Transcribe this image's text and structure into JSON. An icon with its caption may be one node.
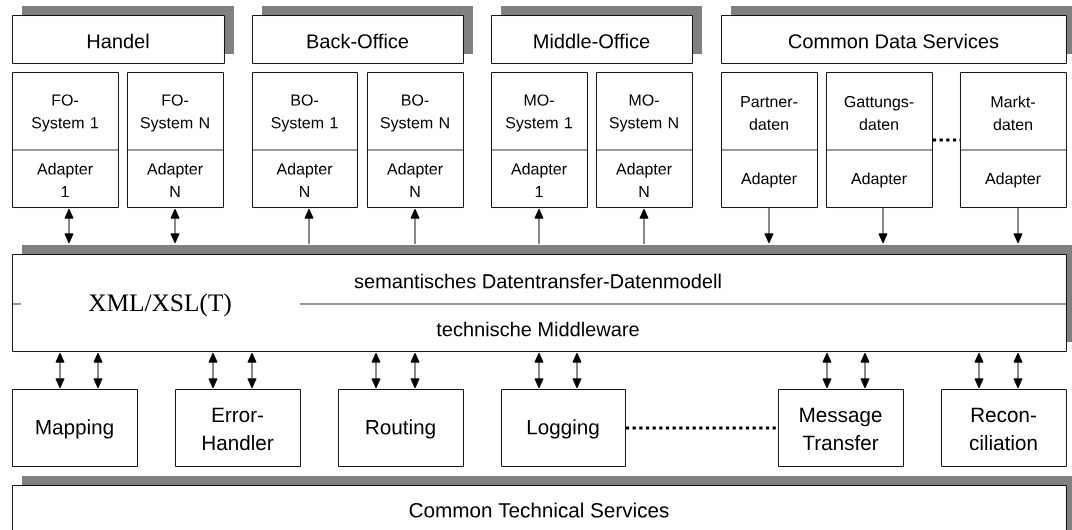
{
  "diagram": {
    "nodes": [
      {
        "text": [
          "Handel"
        ]
      },
      {
        "text": [
          "Back-Office"
        ]
      },
      {
        "text": [
          "Middle-Office"
        ]
      },
      {
        "text": [
          "Common Data Services"
        ]
      },
      {
        "text": [
          "FO-System 1",
          "Adapter 1"
        ]
      },
      {
        "text": [
          "FO-System N",
          "Adapter N"
        ]
      },
      {
        "text": [
          "BO-System 1",
          "Adapter N"
        ]
      },
      {
        "text": [
          "BO-System N",
          "Adapter N"
        ]
      },
      {
        "text": [
          "MO-System 1",
          "Adapter 1"
        ]
      },
      {
        "text": [
          "MO-System N",
          "Adapter N"
        ]
      },
      {
        "text": [
          "Partner- daten",
          "Adapter"
        ]
      },
      {
        "text": [
          "Gattungs- daten",
          "Adapter"
        ]
      },
      {
        "text": [
          "Markt- daten",
          "Adapter"
        ]
      },
      {
        "text": [
          "semantisches Datentransfer-Datenmodell",
          "XML/XSL(T)",
          "technische Middleware"
        ]
      },
      {
        "text": [
          "Mapping"
        ]
      },
      {
        "text": [
          "Error- Handler"
        ]
      },
      {
        "text": [
          "Routing"
        ]
      },
      {
        "text": [
          "Logging"
        ]
      },
      {
        "text": [
          "Message Transfer"
        ]
      },
      {
        "text": [
          "Recon- ciliation"
        ]
      },
      {
        "text": [
          "Common Technical Services"
        ]
      }
    ],
    "edges": [
      {
        "from": 4,
        "to": 13,
        "arrow": "both"
      },
      {
        "from": 5,
        "to": 13,
        "arrow": "both"
      },
      {
        "from": 13,
        "to": 6,
        "arrow": "to"
      },
      {
        "from": 13,
        "to": 7,
        "arrow": "to"
      },
      {
        "from": 13,
        "to": 8,
        "arrow": "to"
      },
      {
        "from": 13,
        "to": 9,
        "arrow": "to"
      },
      {
        "from": 10,
        "to": 13,
        "arrow": "to"
      },
      {
        "from": 11,
        "to": 13,
        "arrow": "to"
      },
      {
        "from": 12,
        "to": 13,
        "arrow": "to"
      },
      {
        "from": 13,
        "to": 14,
        "arrow": "both"
      },
      {
        "from": 13,
        "to": 14,
        "arrow": "both"
      },
      {
        "from": 13,
        "to": 15,
        "arrow": "both"
      },
      {
        "from": 13,
        "to": 15,
        "arrow": "both"
      },
      {
        "from": 13,
        "to": 16,
        "arrow": "both"
      },
      {
        "from": 13,
        "to": 16,
        "arrow": "both"
      },
      {
        "from": 13,
        "to": 17,
        "arrow": "both"
      },
      {
        "from": 13,
        "to": 17,
        "arrow": "both"
      },
      {
        "from": 13,
        "to": 18,
        "arrow": "both"
      },
      {
        "from": 13,
        "to": 18,
        "arrow": "both"
      },
      {
        "from": 13,
        "to": 19,
        "arrow": "both"
      },
      {
        "from": 13,
        "to": 19,
        "arrow": "both"
      },
      {
        "from": 11,
        "to": 12,
        "arrow": "none",
        "style": "dashed"
      },
      {
        "from": 17,
        "to": 18,
        "arrow": "none",
        "style": "dashed"
      }
    ]
  }
}
